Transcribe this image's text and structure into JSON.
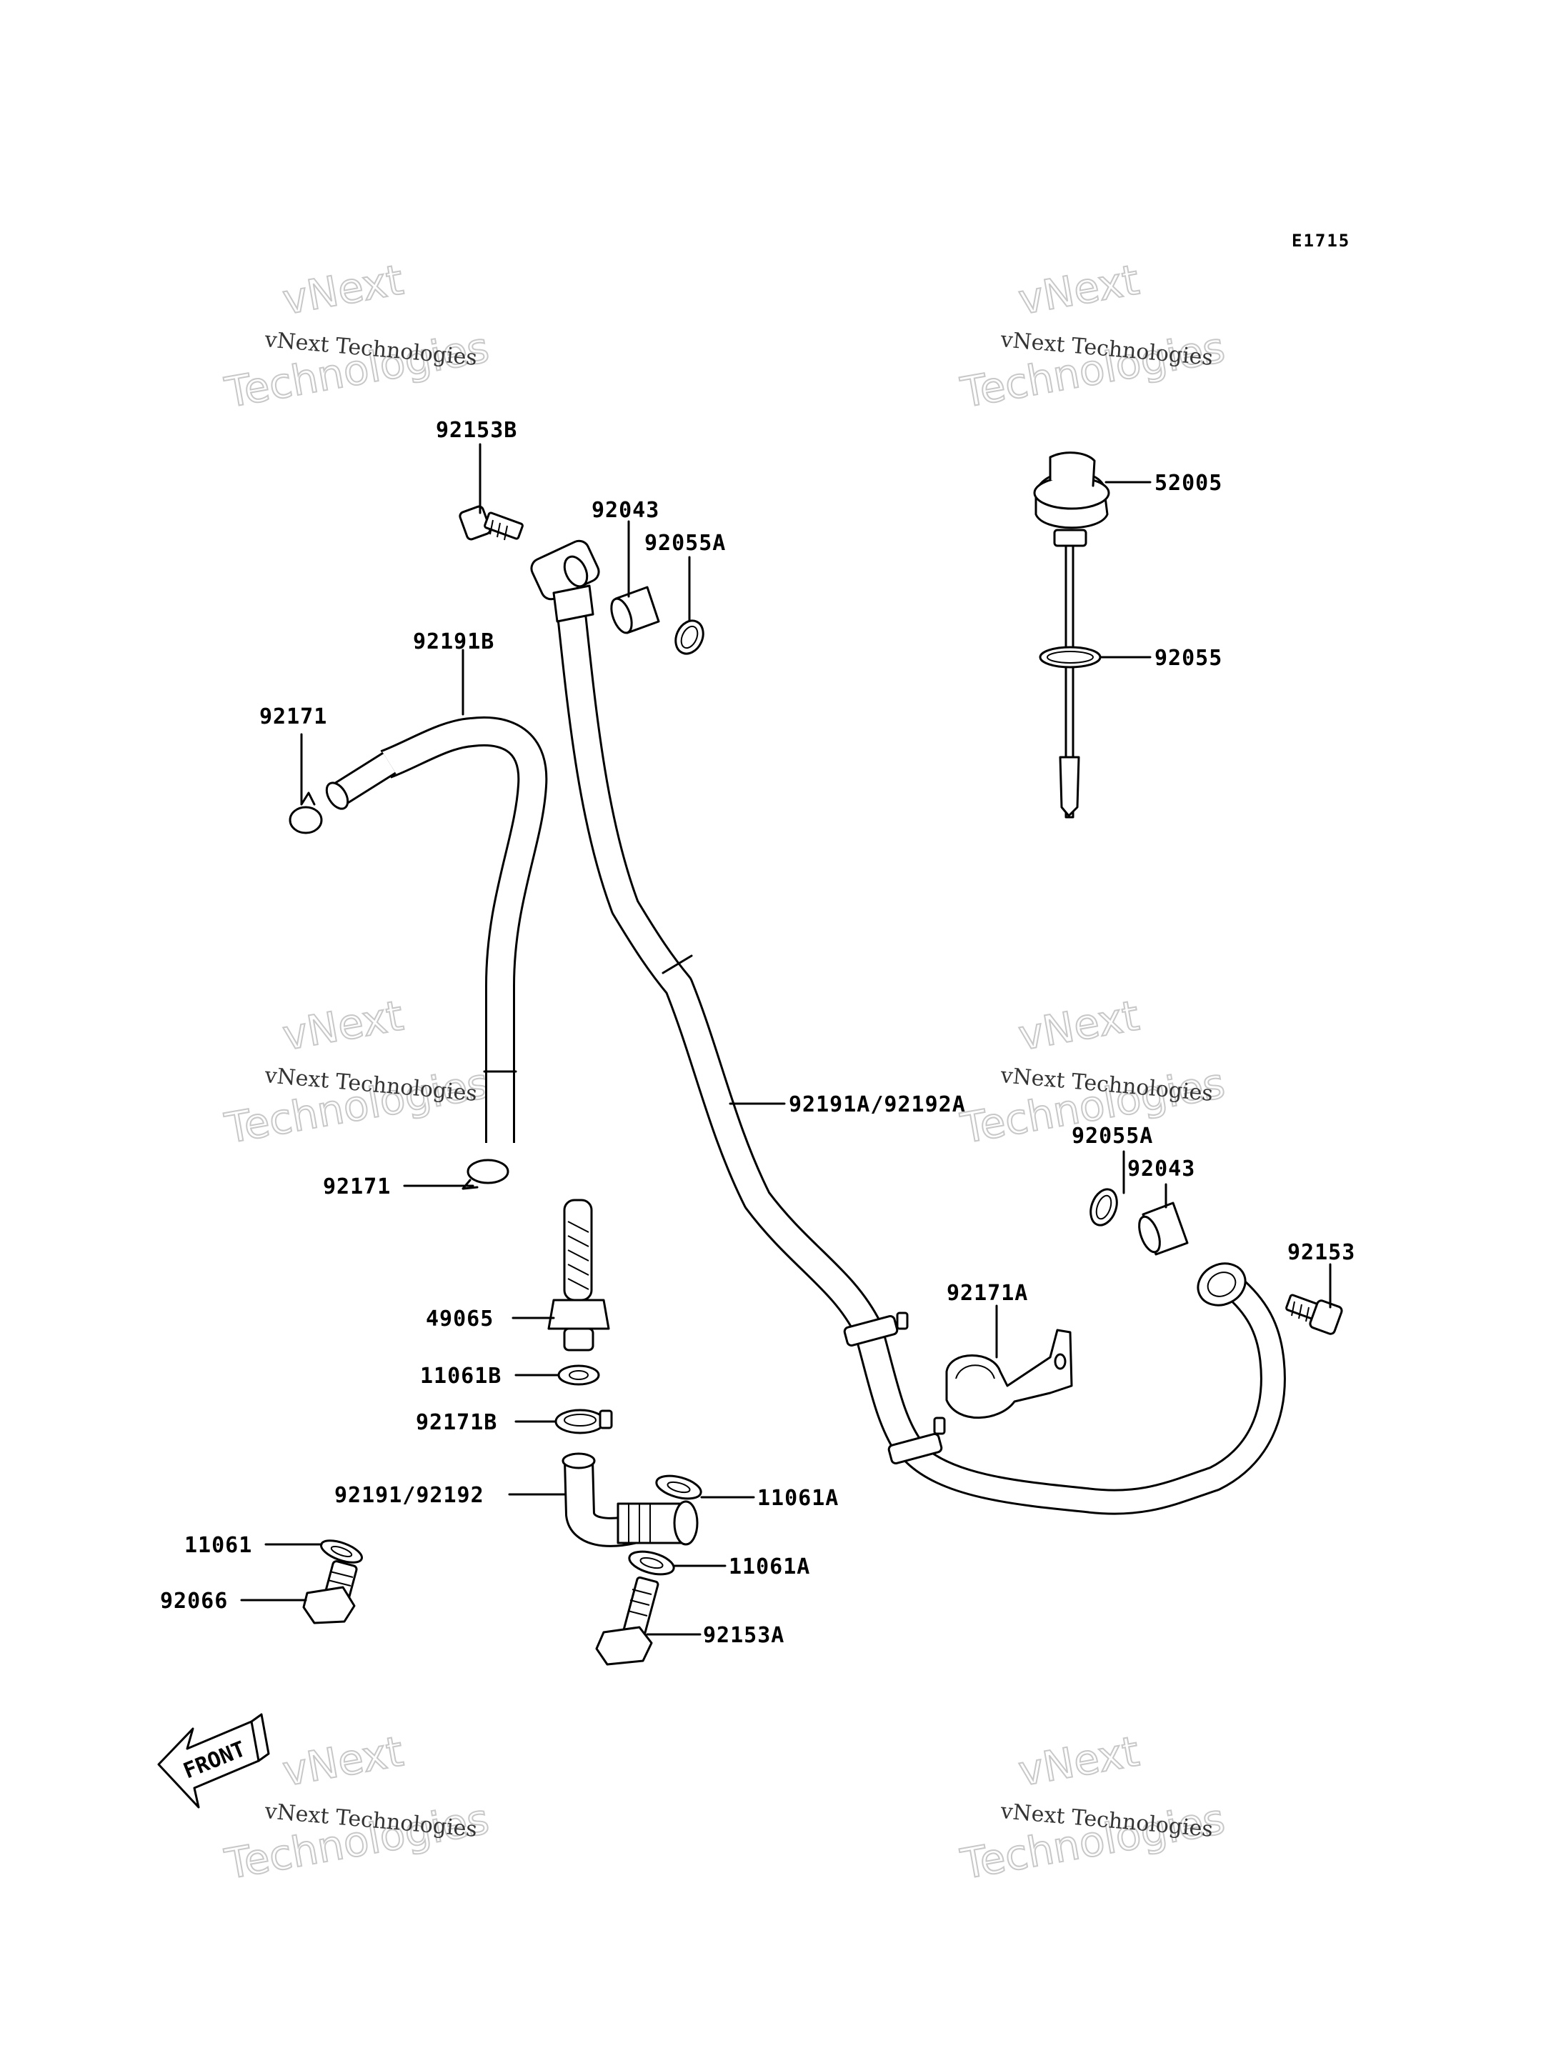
{
  "diagram_code": "E1715",
  "parts": [
    {
      "id": "92153B",
      "label": "92153B"
    },
    {
      "id": "92043-top",
      "label": "92043"
    },
    {
      "id": "92055A-top",
      "label": "92055A"
    },
    {
      "id": "52005",
      "label": "52005"
    },
    {
      "id": "92055",
      "label": "92055"
    },
    {
      "id": "92191B",
      "label": "92191B"
    },
    {
      "id": "92171-top",
      "label": "92171"
    },
    {
      "id": "92191A-92192A",
      "label": "92191A/92192A"
    },
    {
      "id": "92055A-right",
      "label": "92055A"
    },
    {
      "id": "92043-right",
      "label": "92043"
    },
    {
      "id": "92153",
      "label": "92153"
    },
    {
      "id": "92171-bottom",
      "label": "92171"
    },
    {
      "id": "92171A",
      "label": "92171A"
    },
    {
      "id": "49065",
      "label": "49065"
    },
    {
      "id": "11061B",
      "label": "11061B"
    },
    {
      "id": "92171B",
      "label": "92171B"
    },
    {
      "id": "92191-92192",
      "label": "92191/92192"
    },
    {
      "id": "11061A-upper",
      "label": "11061A"
    },
    {
      "id": "11061A-lower",
      "label": "11061A"
    },
    {
      "id": "11061",
      "label": "11061"
    },
    {
      "id": "92066",
      "label": "92066"
    },
    {
      "id": "92153A",
      "label": "92153A"
    }
  ],
  "front_marker": "FRONT",
  "watermark": {
    "line1": "vNext",
    "line2": "vNext Technologies",
    "line3": "Technologies"
  }
}
